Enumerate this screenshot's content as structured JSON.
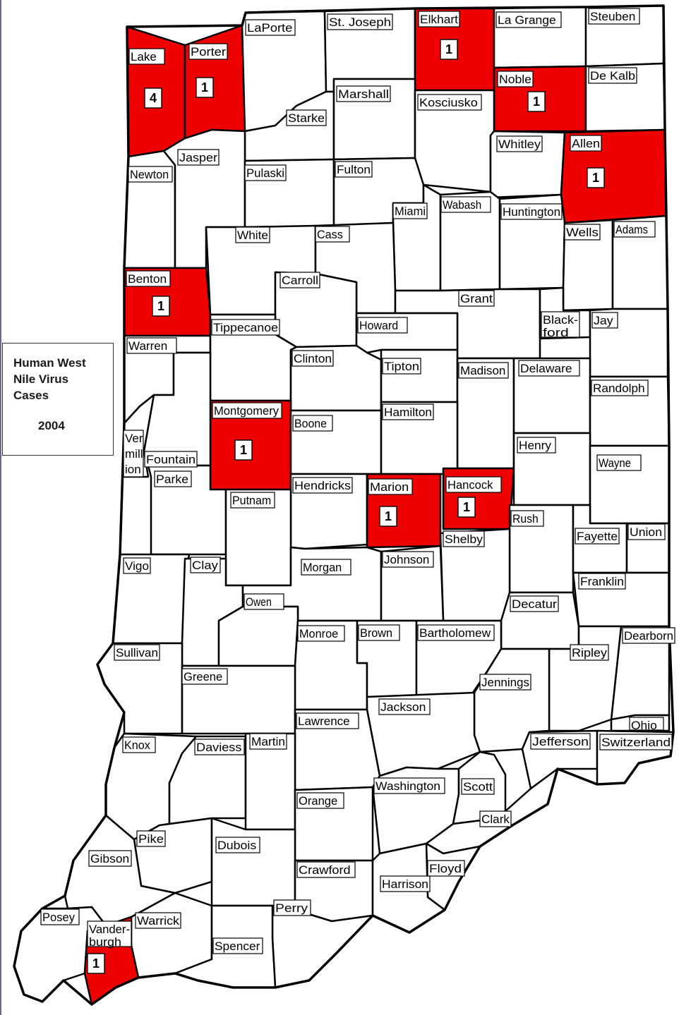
{
  "legend": {
    "title_lines": [
      "Human West",
      "Nile Virus",
      "Cases"
    ],
    "year": "2004"
  },
  "colors": {
    "affected": "#ee0000",
    "unaffected": "#ffffff",
    "border": "#000000"
  },
  "counties": [
    {
      "id": "lake",
      "label": "Lake",
      "cases": 4
    },
    {
      "id": "porter",
      "label": "Porter",
      "cases": 1
    },
    {
      "id": "laporte",
      "label": "LaPorte",
      "cases": 0
    },
    {
      "id": "st-joseph",
      "label": "St. Joseph",
      "cases": 0
    },
    {
      "id": "elkhart",
      "label": "Elkhart",
      "cases": 1
    },
    {
      "id": "la-grange",
      "label": "La Grange",
      "cases": 0
    },
    {
      "id": "steuben",
      "label": "Steuben",
      "cases": 0
    },
    {
      "id": "noble",
      "label": "Noble",
      "cases": 1
    },
    {
      "id": "de-kalb",
      "label": "De Kalb",
      "cases": 0
    },
    {
      "id": "starke",
      "label": "Starke",
      "cases": 0
    },
    {
      "id": "marshall",
      "label": "Marshall",
      "cases": 0
    },
    {
      "id": "kosciusko",
      "label": "Kosciusko",
      "cases": 0
    },
    {
      "id": "whitley",
      "label": "Whitley",
      "cases": 0
    },
    {
      "id": "allen",
      "label": "Allen",
      "cases": 1
    },
    {
      "id": "newton",
      "label": "Newton",
      "cases": 0
    },
    {
      "id": "jasper",
      "label": "Jasper",
      "cases": 0
    },
    {
      "id": "pulaski",
      "label": "Pulaski",
      "cases": 0
    },
    {
      "id": "fulton",
      "label": "Fulton",
      "cases": 0
    },
    {
      "id": "miami",
      "label": "Miami",
      "cases": 0
    },
    {
      "id": "wabash",
      "label": "Wabash",
      "cases": 0
    },
    {
      "id": "huntington",
      "label": "Huntington",
      "cases": 0
    },
    {
      "id": "wells",
      "label": "Wells",
      "cases": 0
    },
    {
      "id": "adams",
      "label": "Adams",
      "cases": 0
    },
    {
      "id": "white",
      "label": "White",
      "cases": 0
    },
    {
      "id": "cass",
      "label": "Cass",
      "cases": 0
    },
    {
      "id": "benton",
      "label": "Benton",
      "cases": 1
    },
    {
      "id": "carroll",
      "label": "Carroll",
      "cases": 0
    },
    {
      "id": "grant",
      "label": "Grant",
      "cases": 0
    },
    {
      "id": "blackford",
      "label": "Black-ford",
      "cases": 0
    },
    {
      "id": "jay",
      "label": "Jay",
      "cases": 0
    },
    {
      "id": "warren",
      "label": "Warren",
      "cases": 0
    },
    {
      "id": "tippecanoe",
      "label": "Tippecanoe",
      "cases": 0
    },
    {
      "id": "howard",
      "label": "Howard",
      "cases": 0
    },
    {
      "id": "clinton",
      "label": "Clinton",
      "cases": 0
    },
    {
      "id": "tipton",
      "label": "Tipton",
      "cases": 0
    },
    {
      "id": "madison",
      "label": "Madison",
      "cases": 0
    },
    {
      "id": "delaware",
      "label": "Delaware",
      "cases": 0
    },
    {
      "id": "randolph",
      "label": "Randolph",
      "cases": 0
    },
    {
      "id": "montgomery",
      "label": "Montgomery",
      "cases": 1
    },
    {
      "id": "boone",
      "label": "Boone",
      "cases": 0
    },
    {
      "id": "hamilton",
      "label": "Hamilton",
      "cases": 0
    },
    {
      "id": "vermillion",
      "label": "Ver-mill-ion",
      "cases": 0
    },
    {
      "id": "fountain",
      "label": "Fountain",
      "cases": 0
    },
    {
      "id": "parke",
      "label": "Parke",
      "cases": 0
    },
    {
      "id": "henry",
      "label": "Henry",
      "cases": 0
    },
    {
      "id": "wayne",
      "label": "Wayne",
      "cases": 0
    },
    {
      "id": "hendricks",
      "label": "Hendricks",
      "cases": 0
    },
    {
      "id": "marion",
      "label": "Marion",
      "cases": 1
    },
    {
      "id": "hancock",
      "label": "Hancock",
      "cases": 1
    },
    {
      "id": "putnam",
      "label": "Putnam",
      "cases": 0
    },
    {
      "id": "rush",
      "label": "Rush",
      "cases": 0
    },
    {
      "id": "fayette",
      "label": "Fayette",
      "cases": 0
    },
    {
      "id": "union",
      "label": "Union",
      "cases": 0
    },
    {
      "id": "shelby",
      "label": "Shelby",
      "cases": 0
    },
    {
      "id": "vigo",
      "label": "Vigo",
      "cases": 0
    },
    {
      "id": "clay",
      "label": "Clay",
      "cases": 0
    },
    {
      "id": "morgan",
      "label": "Morgan",
      "cases": 0
    },
    {
      "id": "johnson",
      "label": "Johnson",
      "cases": 0
    },
    {
      "id": "franklin",
      "label": "Franklin",
      "cases": 0
    },
    {
      "id": "owen",
      "label": "Owen",
      "cases": 0
    },
    {
      "id": "decatur",
      "label": "Decatur",
      "cases": 0
    },
    {
      "id": "monroe",
      "label": "Monroe",
      "cases": 0
    },
    {
      "id": "brown",
      "label": "Brown",
      "cases": 0
    },
    {
      "id": "bartholomew",
      "label": "Bartholomew",
      "cases": 0
    },
    {
      "id": "dearborn",
      "label": "Dearborn",
      "cases": 0
    },
    {
      "id": "sullivan",
      "label": "Sullivan",
      "cases": 0
    },
    {
      "id": "ripley",
      "label": "Ripley",
      "cases": 0
    },
    {
      "id": "greene",
      "label": "Greene",
      "cases": 0
    },
    {
      "id": "jennings",
      "label": "Jennings",
      "cases": 0
    },
    {
      "id": "jackson",
      "label": "Jackson",
      "cases": 0
    },
    {
      "id": "lawrence",
      "label": "Lawrence",
      "cases": 0
    },
    {
      "id": "ohio",
      "label": "Ohio",
      "cases": 0
    },
    {
      "id": "knox",
      "label": "Knox",
      "cases": 0
    },
    {
      "id": "daviess",
      "label": "Daviess",
      "cases": 0
    },
    {
      "id": "martin",
      "label": "Martin",
      "cases": 0
    },
    {
      "id": "jefferson",
      "label": "Jefferson",
      "cases": 0
    },
    {
      "id": "switzerland",
      "label": "Switzerland",
      "cases": 0
    },
    {
      "id": "washington",
      "label": "Washington",
      "cases": 0
    },
    {
      "id": "scott",
      "label": "Scott",
      "cases": 0
    },
    {
      "id": "orange",
      "label": "Orange",
      "cases": 0
    },
    {
      "id": "clark",
      "label": "Clark",
      "cases": 0
    },
    {
      "id": "pike",
      "label": "Pike",
      "cases": 0
    },
    {
      "id": "dubois",
      "label": "Dubois",
      "cases": 0
    },
    {
      "id": "gibson",
      "label": "Gibson",
      "cases": 0
    },
    {
      "id": "crawford",
      "label": "Crawford",
      "cases": 0
    },
    {
      "id": "floyd",
      "label": "Floyd",
      "cases": 0
    },
    {
      "id": "harrison",
      "label": "Harrison",
      "cases": 0
    },
    {
      "id": "perry",
      "label": "Perry",
      "cases": 0
    },
    {
      "id": "posey",
      "label": "Posey",
      "cases": 0
    },
    {
      "id": "warrick",
      "label": "Warrick",
      "cases": 0
    },
    {
      "id": "vanderburgh",
      "label": "Vander-burgh",
      "cases": 1
    },
    {
      "id": "spencer",
      "label": "Spencer",
      "cases": 0
    }
  ]
}
